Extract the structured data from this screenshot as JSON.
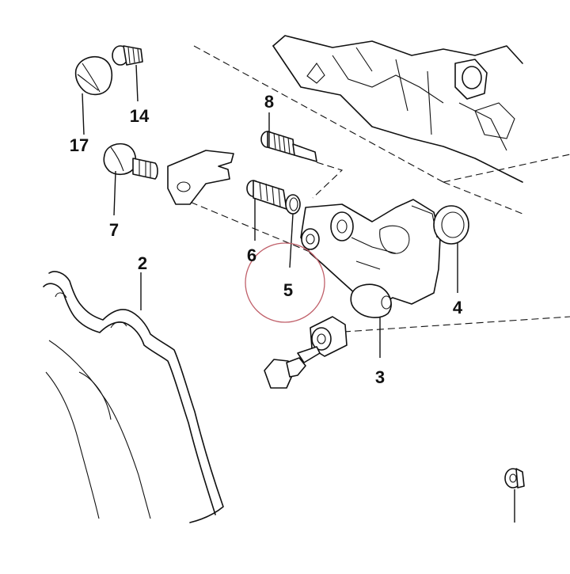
{
  "callouts": [
    {
      "id": "c17",
      "label": "17"
    },
    {
      "id": "c14",
      "label": "14"
    },
    {
      "id": "c8",
      "label": "8"
    },
    {
      "id": "c7",
      "label": "7"
    },
    {
      "id": "c2",
      "label": "2"
    },
    {
      "id": "c6",
      "label": "6"
    },
    {
      "id": "c5",
      "label": "5"
    },
    {
      "id": "c4",
      "label": "4"
    },
    {
      "id": "c3",
      "label": "3"
    }
  ],
  "highlight": {
    "target": "5",
    "color": "#c0606a"
  }
}
